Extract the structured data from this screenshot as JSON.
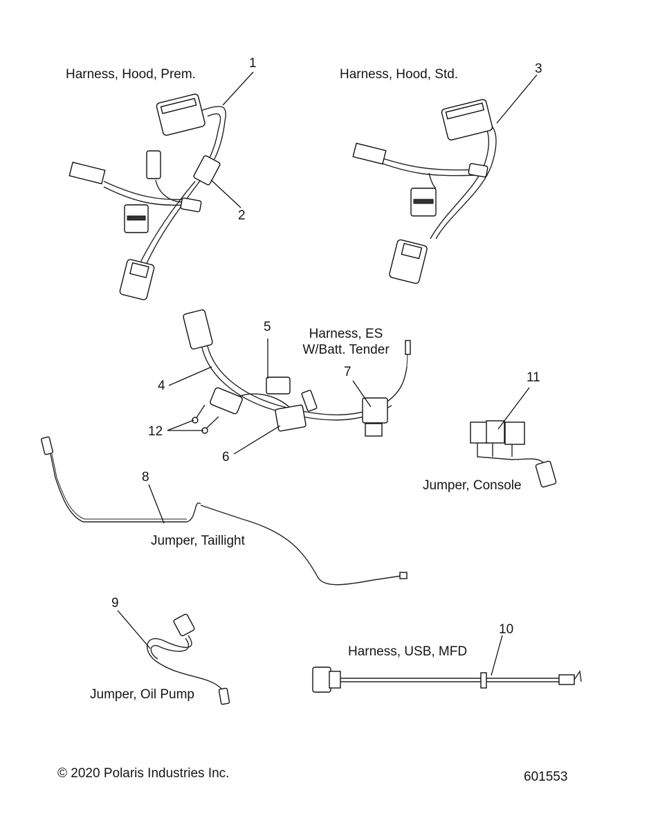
{
  "diagram": {
    "copyright": "© 2020 Polaris Industries Inc.",
    "drawing_number": "601553",
    "assemblies": [
      {
        "label": "Harness, Hood, Prem.",
        "callouts": [
          "1",
          "2"
        ]
      },
      {
        "label": "Harness, Hood, Std.",
        "callouts": [
          "3"
        ]
      },
      {
        "label_line1": "Harness, ES",
        "label_line2": "W/Batt. Tender",
        "callouts": [
          "4",
          "5",
          "6",
          "7",
          "12"
        ]
      },
      {
        "label": "Jumper, Console",
        "callouts": [
          "11"
        ]
      },
      {
        "label": "Jumper, Taillight",
        "callouts": [
          "8"
        ]
      },
      {
        "label": "Jumper, Oil Pump",
        "callouts": [
          "9"
        ]
      },
      {
        "label": "Harness, USB, MFD",
        "callouts": [
          "10"
        ]
      }
    ],
    "callouts": [
      "1",
      "2",
      "3",
      "4",
      "5",
      "6",
      "7",
      "8",
      "9",
      "10",
      "11",
      "12"
    ]
  }
}
